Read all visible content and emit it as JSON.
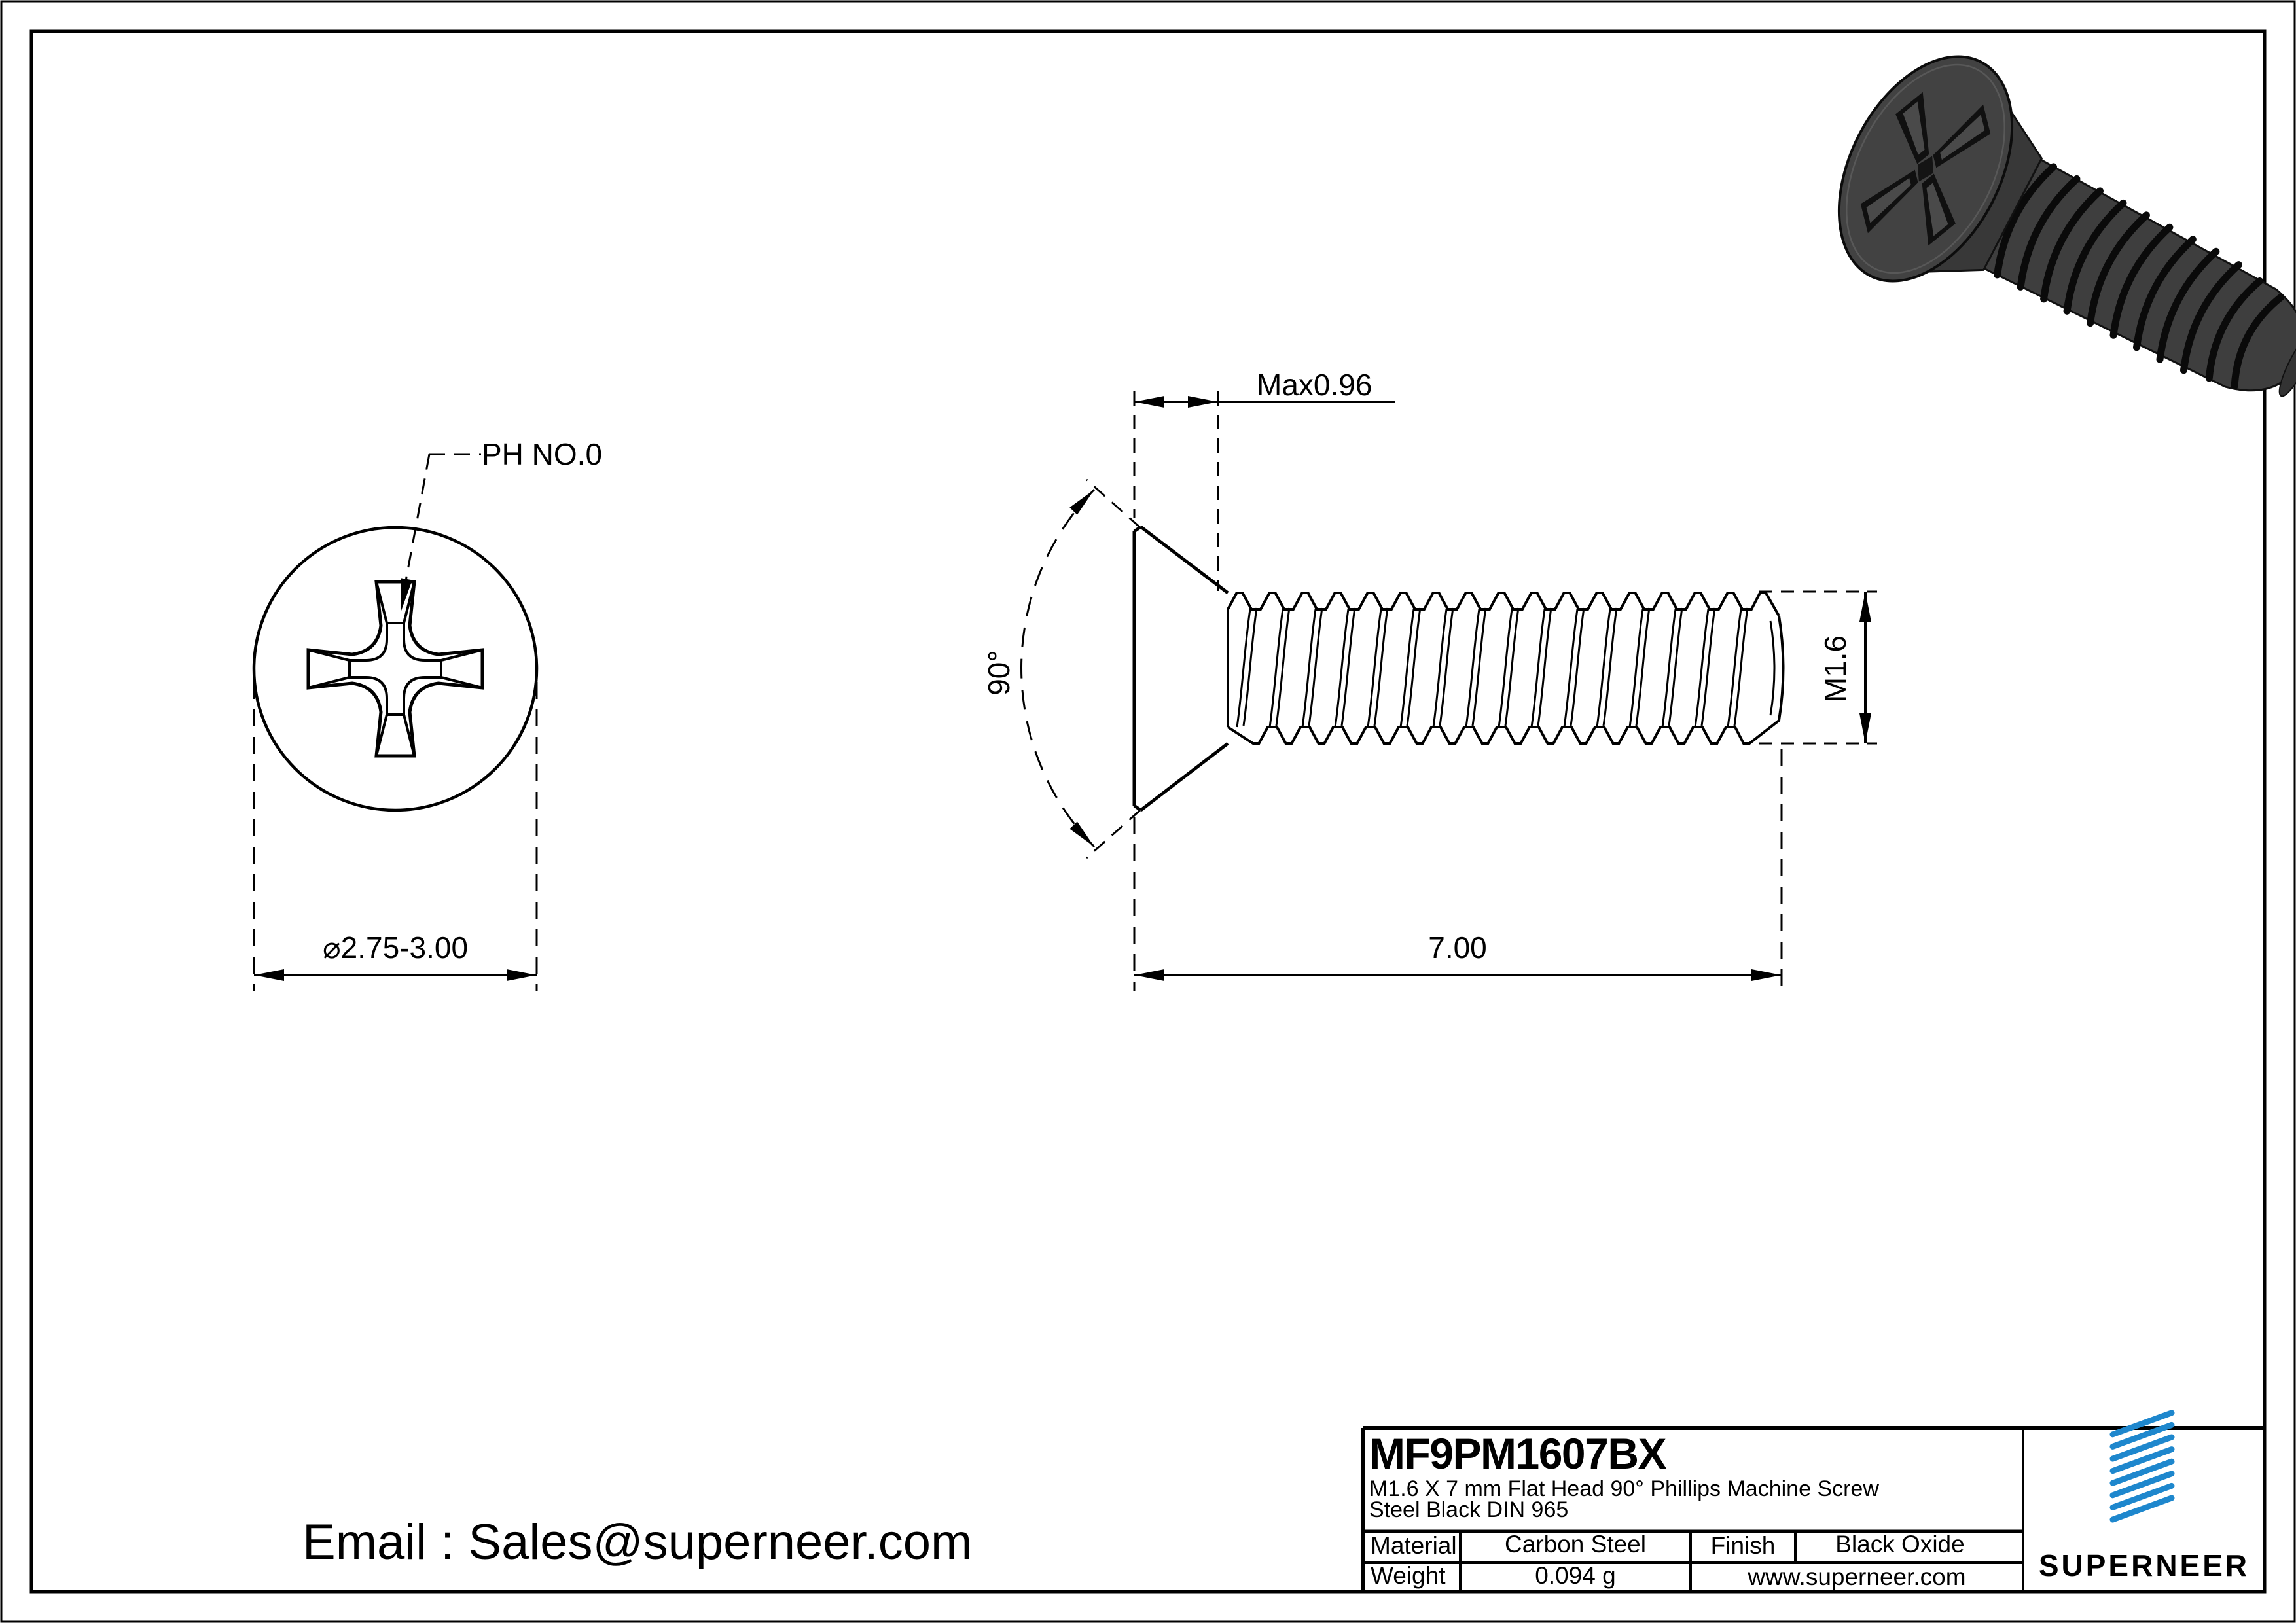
{
  "top_view": {
    "recess_label": "PH NO.0",
    "diameter_dim": "⌀2.75-3.00"
  },
  "side_view": {
    "head_height_dim": "Max0.96",
    "angle_dim": "90°",
    "thread_dim": "M1.6",
    "length_dim": "7.00"
  },
  "title_block": {
    "part_number": "MF9PM1607BX",
    "description_line1": "M1.6 X 7 mm  Flat Head 90° Phillips Machine Screw",
    "description_line2": "Steel Black DIN 965",
    "material_label": "Material",
    "material_value": "Carbon Steel",
    "finish_label": "Finish",
    "finish_value": "Black Oxide",
    "weight_label": "Weight",
    "weight_value": "0.094 g",
    "website": "www.superneer.com",
    "brand": "SUPERNEER"
  },
  "footer": {
    "email": "Email : Sales@superneer.com"
  },
  "colors": {
    "brand_blue": "#1e87cd",
    "link_blue": "#2a82c6",
    "line_black": "#000000",
    "screw_body": "#3e3e3e"
  }
}
